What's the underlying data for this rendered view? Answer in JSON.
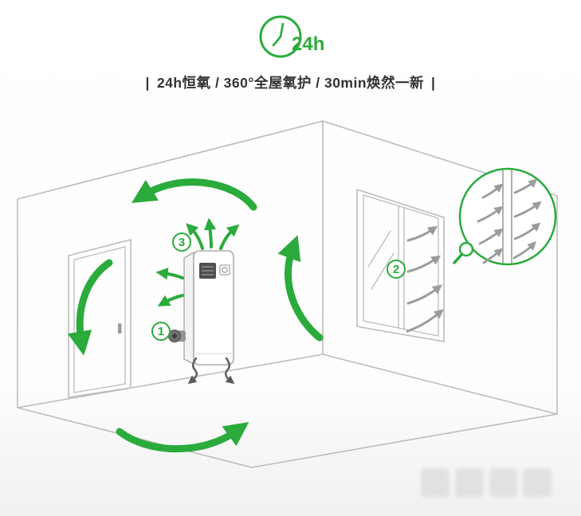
{
  "header": {
    "clock_label": "24h",
    "tagline_bar_left": "|",
    "tagline": "24h恒氧 / 360°全屋氧护 / 30min焕然一新",
    "tagline_bar_right": "|"
  },
  "steps": [
    "1",
    "2",
    "3"
  ],
  "colors": {
    "green": "#2aab3c",
    "line_gray": "#bcbcbc",
    "arrow_gray": "#9b9b9b",
    "dark_arrow": "#5a5a5a",
    "text_dark": "#333333",
    "background": "#ffffff"
  }
}
